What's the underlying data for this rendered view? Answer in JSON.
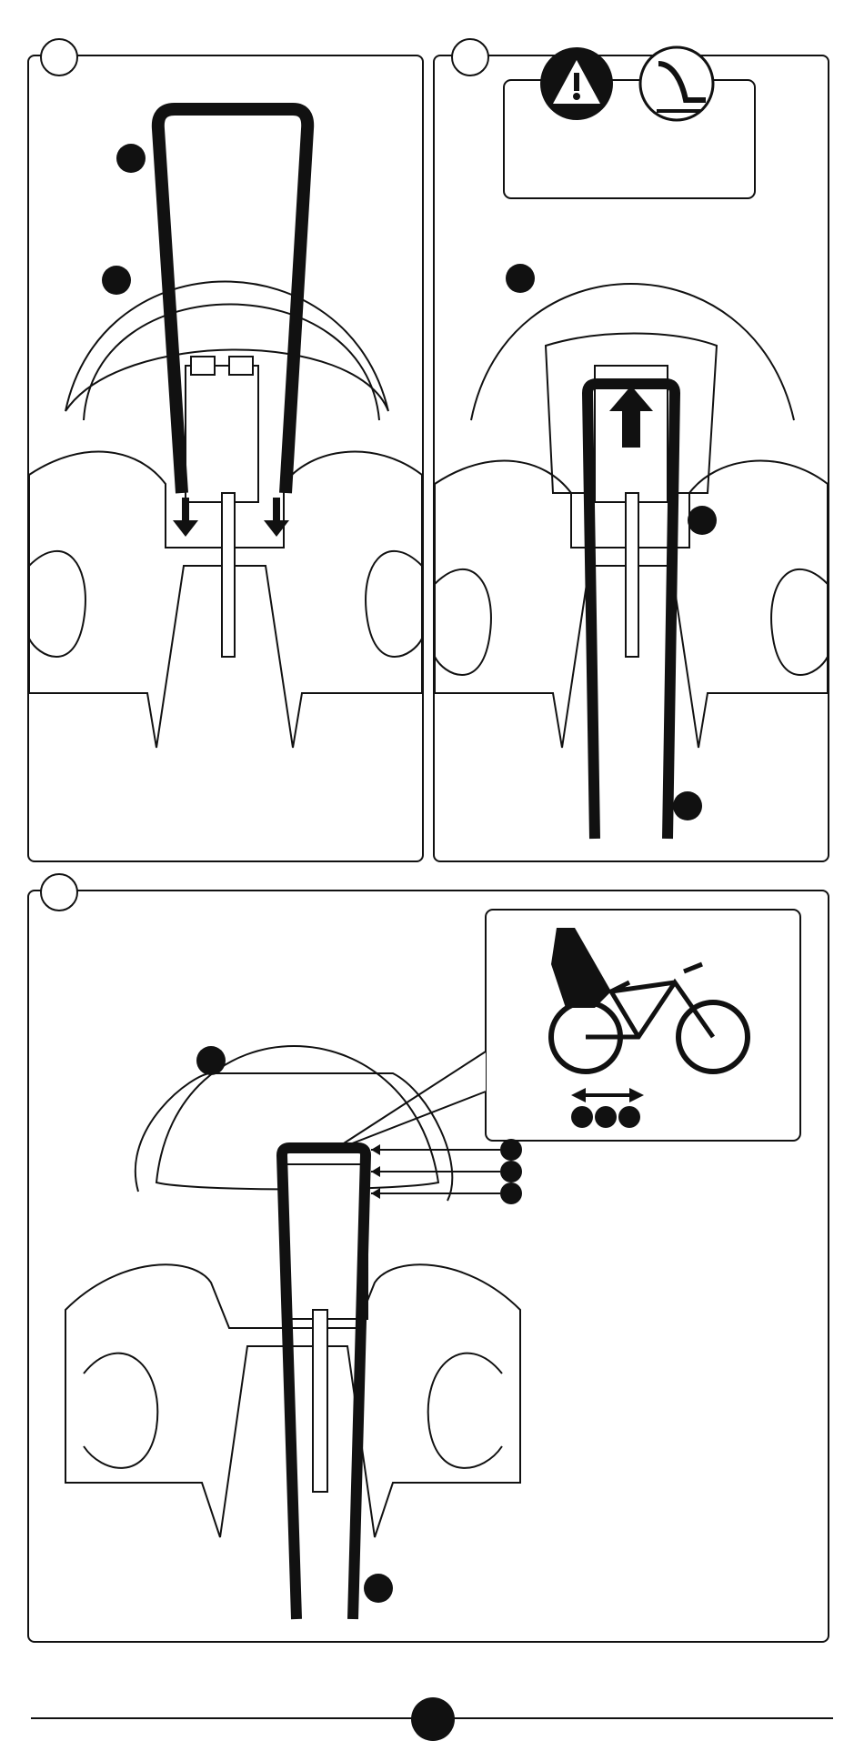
{
  "document": {
    "type": "assembly-instructions",
    "steps": [
      {
        "id": "step-a",
        "label": "",
        "marker_count": 2
      },
      {
        "id": "step-b",
        "label": "",
        "marker_count": 3,
        "icons": [
          "warning-icon",
          "recline-angle-icon"
        ]
      },
      {
        "id": "step-c",
        "label": "",
        "marker_count": 5,
        "inset": "bicycle-seat-position-icon",
        "position_dots": 3
      }
    ],
    "page_number": ""
  }
}
